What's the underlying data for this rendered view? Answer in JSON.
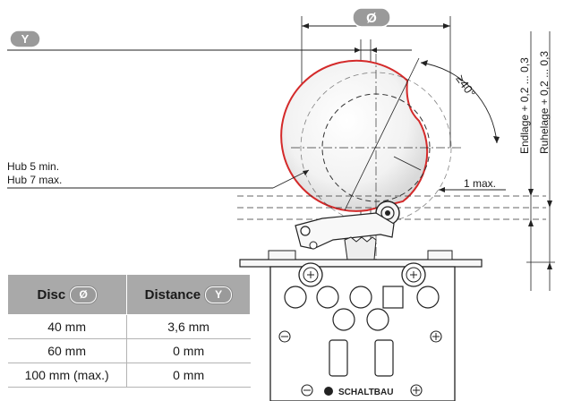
{
  "badges": {
    "diameter_symbol": "Ø",
    "distance_symbol": "Y"
  },
  "annotations": {
    "stroke_min": "Hub 5 min.",
    "stroke_max": "Hub 7 max.",
    "angle": "≥40°",
    "clearance": "1 max.",
    "end_position": "Endlage + 0,2 ... 0,3",
    "rest_position": "Ruhelage + 0,2 ... 0,3",
    "brand": "SCHALTBAU"
  },
  "table": {
    "headers": [
      {
        "label": "Disc",
        "symbol": "Ø"
      },
      {
        "label": "Distance",
        "symbol": "Y"
      }
    ],
    "rows": [
      {
        "disc": "40 mm",
        "distance": "3,6 mm"
      },
      {
        "disc": "60 mm",
        "distance": "0 mm"
      },
      {
        "disc": "100 mm (max.)",
        "distance": "0 mm"
      }
    ]
  },
  "colors": {
    "cam_outline": "#d42a2a",
    "badge_grey": "#9a9a9a",
    "header_grey": "#a9a9a9"
  }
}
